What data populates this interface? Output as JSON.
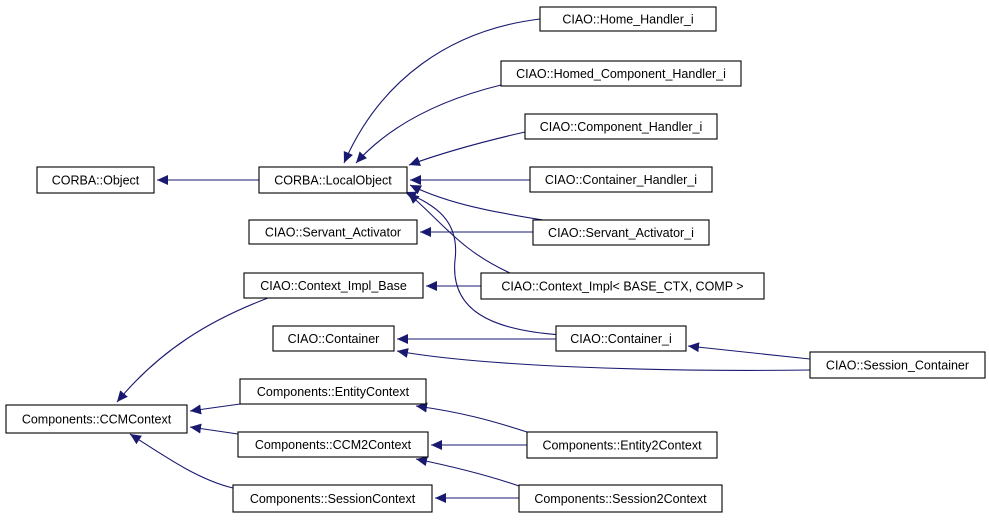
{
  "diagram": {
    "type": "class-inheritance-graph",
    "edge_color": "#191970",
    "node_border_color": "#000000",
    "nodes": [
      {
        "id": "home_handler",
        "label": "CIAO::Home_Handler_i"
      },
      {
        "id": "homed_component_handler",
        "label": "CIAO::Homed_Component_Handler_i"
      },
      {
        "id": "component_handler",
        "label": "CIAO::Component_Handler_i"
      },
      {
        "id": "corba_object",
        "label": "CORBA::Object"
      },
      {
        "id": "local_object",
        "label": "CORBA::LocalObject"
      },
      {
        "id": "container_handler",
        "label": "CIAO::Container_Handler_i"
      },
      {
        "id": "servant_activator",
        "label": "CIAO::Servant_Activator"
      },
      {
        "id": "servant_activator_i",
        "label": "CIAO::Servant_Activator_i"
      },
      {
        "id": "context_impl_base",
        "label": "CIAO::Context_Impl_Base"
      },
      {
        "id": "context_impl",
        "label": "CIAO::Context_Impl< BASE_CTX, COMP >"
      },
      {
        "id": "container",
        "label": "CIAO::Container"
      },
      {
        "id": "container_i",
        "label": "CIAO::Container_i"
      },
      {
        "id": "session_container",
        "label": "CIAO::Session_Container"
      },
      {
        "id": "ccm_context",
        "label": "Components::CCMContext"
      },
      {
        "id": "entity_context",
        "label": "Components::EntityContext"
      },
      {
        "id": "ccm2_context",
        "label": "Components::CCM2Context"
      },
      {
        "id": "entity2_context",
        "label": "Components::Entity2Context"
      },
      {
        "id": "session_context",
        "label": "Components::SessionContext"
      },
      {
        "id": "session2_context",
        "label": "Components::Session2Context"
      }
    ],
    "edges": [
      {
        "from": "local_object",
        "to": "corba_object"
      },
      {
        "from": "home_handler",
        "to": "local_object"
      },
      {
        "from": "homed_component_handler",
        "to": "local_object"
      },
      {
        "from": "component_handler",
        "to": "local_object"
      },
      {
        "from": "container_handler",
        "to": "local_object"
      },
      {
        "from": "servant_activator_i",
        "to": "local_object"
      },
      {
        "from": "servant_activator_i",
        "to": "servant_activator"
      },
      {
        "from": "context_impl",
        "to": "local_object"
      },
      {
        "from": "context_impl",
        "to": "context_impl_base"
      },
      {
        "from": "container_i",
        "to": "local_object"
      },
      {
        "from": "container_i",
        "to": "container"
      },
      {
        "from": "session_container",
        "to": "container_i"
      },
      {
        "from": "session_container",
        "to": "container"
      },
      {
        "from": "context_impl_base",
        "to": "ccm_context"
      },
      {
        "from": "entity_context",
        "to": "ccm_context"
      },
      {
        "from": "ccm2_context",
        "to": "ccm_context"
      },
      {
        "from": "session_context",
        "to": "ccm_context"
      },
      {
        "from": "entity2_context",
        "to": "entity_context"
      },
      {
        "from": "entity2_context",
        "to": "ccm2_context"
      },
      {
        "from": "session2_context",
        "to": "ccm2_context"
      },
      {
        "from": "session2_context",
        "to": "session_context"
      }
    ]
  }
}
